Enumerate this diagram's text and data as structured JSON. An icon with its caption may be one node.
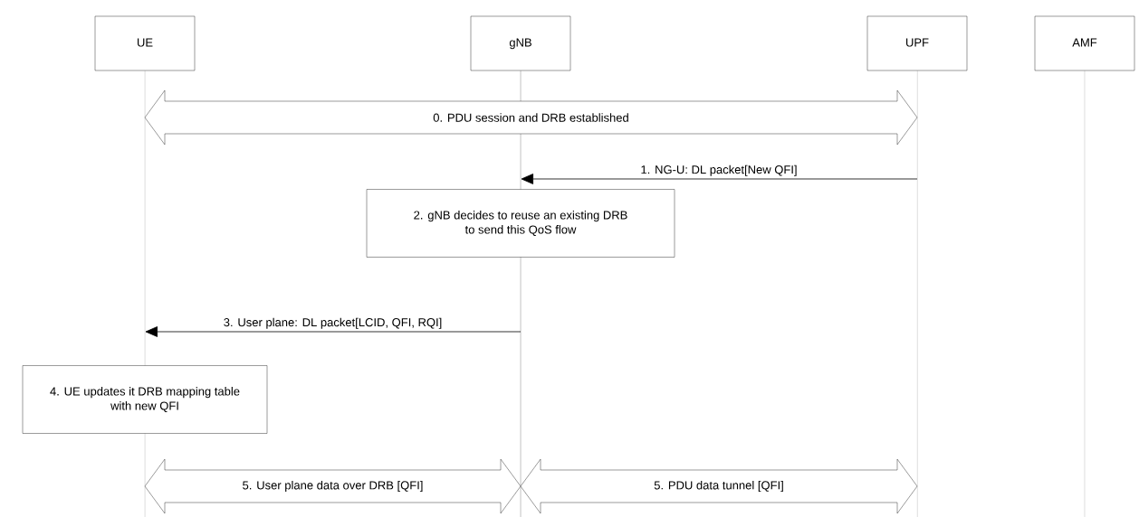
{
  "diagram": {
    "nodes": [
      {
        "text": [
          "UE"
        ]
      },
      {
        "text": [
          "gNB"
        ]
      },
      {
        "text": [
          "UPF"
        ]
      },
      {
        "text": [
          "AMF"
        ]
      },
      {
        "text": [
          "2. gNB decides to reuse an existing DRB to send this QoS flow"
        ]
      },
      {
        "text": [
          "4. UE updates it DRB mapping table with new QFI"
        ]
      }
    ],
    "edges": [
      {
        "from": 0,
        "to": 2,
        "arrow": "both",
        "label": "0. PDU session and DRB established",
        "style": "thick"
      },
      {
        "from": 2,
        "to": 1,
        "arrow": "to",
        "label": "1. NG-U: DL packet[New QFI]"
      },
      {
        "from": 1,
        "to": 0,
        "arrow": "to",
        "label": "3. User plane: DL packet[LCID, QFI, RQI]"
      },
      {
        "from": 0,
        "to": 1,
        "arrow": "both",
        "label": "5. User plane data over DRB [QFI]",
        "style": "thick"
      },
      {
        "from": 1,
        "to": 2,
        "arrow": "both",
        "label": "5. PDU data tunnel [QFI]",
        "style": "thick"
      }
    ]
  }
}
